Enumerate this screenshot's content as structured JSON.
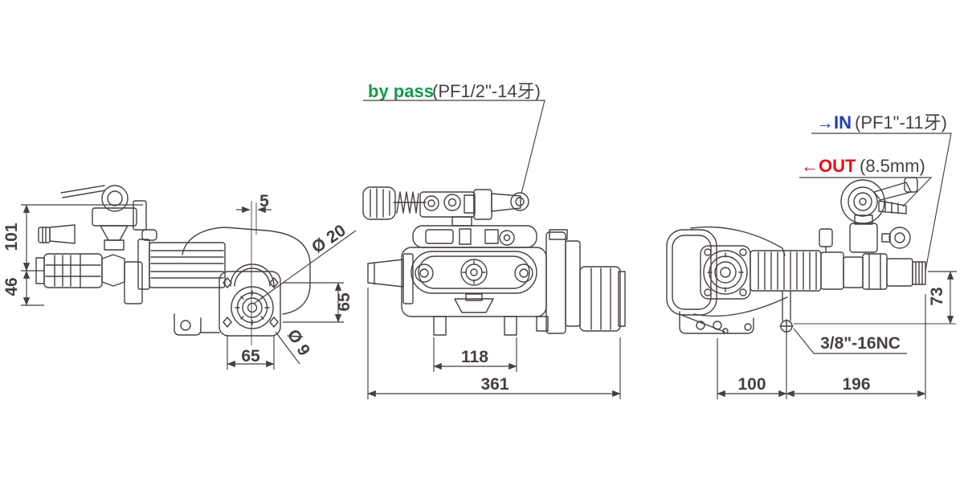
{
  "drawing": {
    "type": "pump-three-view-technical-drawing",
    "colors": {
      "line": "#473f41",
      "dimension_text": "#473f41",
      "bypass_green": "#119a49",
      "inlet_blue": "#1c3eb5",
      "outlet_red": "#e60e17",
      "background": "#ffffff"
    },
    "views": {
      "left": {
        "name": "left-side-view",
        "dims": {
          "height_upper": "101",
          "height_lower": "46",
          "top_offset": "5",
          "shaft_dia": "Ø 20",
          "bolt_spacing_vertical": "65",
          "bolt_spacing_horizontal": "65",
          "hole_dia": "Ø 9"
        }
      },
      "front": {
        "name": "front-view",
        "dims": {
          "foot_span": "118",
          "overall_width": "361"
        },
        "bypass": {
          "name": "by pass",
          "spec": "(PF1/2\"-14牙)"
        }
      },
      "right": {
        "name": "right-side-view",
        "dims": {
          "port_height": "73",
          "left_span": "100",
          "right_span": "196"
        },
        "thread": "3/8\"-16NC",
        "inlet": {
          "name": "→IN",
          "spec": "(PF1\"-11牙)"
        },
        "outlet": {
          "name": "←OUT",
          "spec": "(8.5mm)"
        }
      }
    }
  }
}
